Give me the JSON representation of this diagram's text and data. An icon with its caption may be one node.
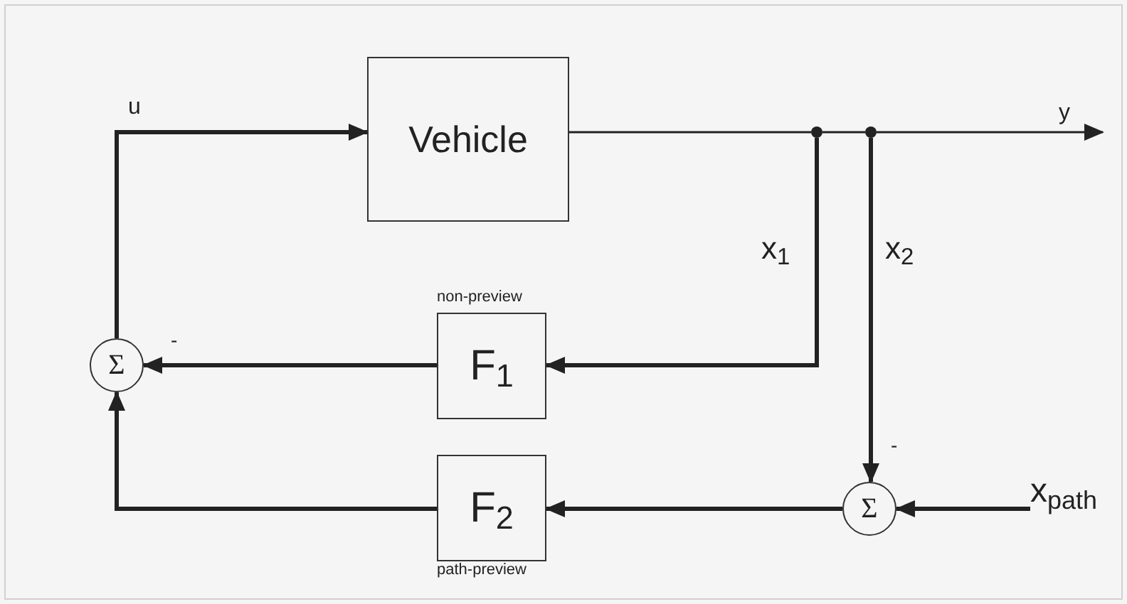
{
  "diagram": {
    "nodes": [
      {
        "text": [
          "Vehicle"
        ]
      },
      {
        "text": [],
        "shape": "circle"
      },
      {
        "text": [],
        "shape": "circle"
      },
      {
        "text": [
          "Σ"
        ]
      },
      {
        "text": [
          "F$_{1}$"
        ],
        "beside": [
          "non-preview"
        ]
      },
      {
        "text": [
          "F$_{2}$"
        ],
        "beside": [
          "path-preview"
        ]
      },
      {
        "text": [
          "Σ"
        ]
      },
      {
        "text": [
          "x$_{path}$"
        ]
      }
    ],
    "edges": [
      {
        "from": 3,
        "to": 0,
        "arrow": "to",
        "label": "u"
      },
      {
        "from": 0,
        "to": 1,
        "arrow": "none"
      },
      {
        "from": 1,
        "to": 2,
        "arrow": "none"
      },
      {
        "from": 2,
        "to": null,
        "arrow": "to",
        "label": "y"
      },
      {
        "from": 1,
        "to": 4,
        "arrow": "to",
        "label": "x$_{1}$"
      },
      {
        "from": 2,
        "to": 6,
        "arrow": "to",
        "label": "x$_{2}$"
      },
      {
        "from": 4,
        "to": 3,
        "arrow": "to"
      },
      {
        "from": 5,
        "to": 3,
        "arrow": "to"
      },
      {
        "from": 6,
        "to": 5,
        "arrow": "to"
      },
      {
        "from": 7,
        "to": 6,
        "arrow": "to"
      }
    ],
    "labels": [
      "-",
      "-"
    ]
  }
}
